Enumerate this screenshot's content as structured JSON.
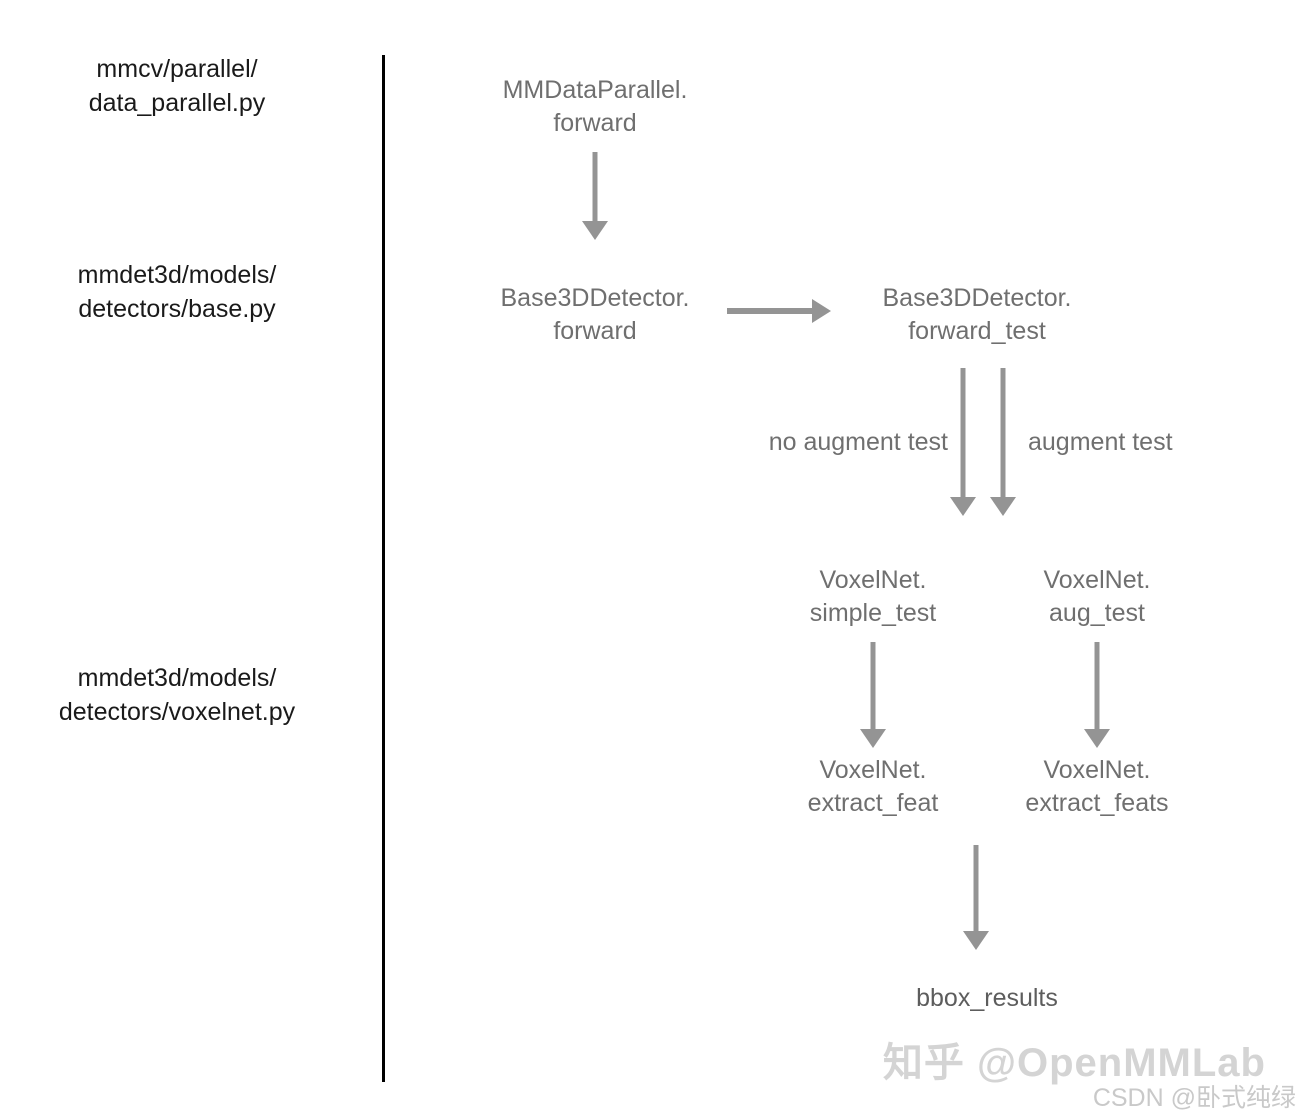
{
  "diagram": {
    "file_labels": [
      {
        "line1": "mmcv/parallel/",
        "line2": "data_parallel.py"
      },
      {
        "line1": "mmdet3d/models/",
        "line2": "detectors/base.py"
      },
      {
        "line1": "mmdet3d/models/",
        "line2": "detectors/voxelnet.py"
      }
    ],
    "nodes": {
      "mmdataparallel_forward": {
        "line1": "MMDataParallel.",
        "line2": "forward"
      },
      "base3ddetector_forward": {
        "line1": "Base3DDetector.",
        "line2": "forward"
      },
      "base3ddetector_forward_test": {
        "line1": "Base3DDetector.",
        "line2": "forward_test"
      },
      "voxelnet_simple_test": {
        "line1": "VoxelNet.",
        "line2": "simple_test"
      },
      "voxelnet_aug_test": {
        "line1": "VoxelNet.",
        "line2": "aug_test"
      },
      "voxelnet_extract_feat": {
        "line1": "VoxelNet.",
        "line2": "extract_feat"
      },
      "voxelnet_extract_feats": {
        "line1": "VoxelNet.",
        "line2": "extract_feats"
      },
      "bbox_results": {
        "label": "bbox_results"
      }
    },
    "edge_labels": {
      "no_augment": "no augment test",
      "augment": "augment test"
    },
    "colors": {
      "file_label_text": "#1a1a1a",
      "node_text": "#6f6f6f",
      "arrow": "#949494",
      "divider": "#000000",
      "watermark": "#d4d4d4"
    },
    "watermarks": {
      "zhihu": "知乎 @OpenMMLab",
      "csdn": "CSDN @卧式纯绿"
    }
  }
}
